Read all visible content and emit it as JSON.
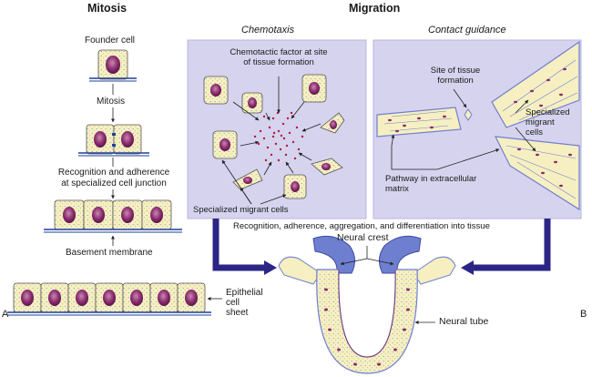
{
  "headers": {
    "mitosis": "Mitosis",
    "migration": "Migration"
  },
  "panels": {
    "chemotaxis": "Chemotaxis",
    "contact_guidance": "Contact guidance"
  },
  "labels": {
    "founder_cell": "Founder cell",
    "mitosis_step": "Mitosis",
    "recognition_line1": "Recognition and adherence",
    "recognition_line2": "at specialized cell junction",
    "basement_membrane": "Basement membrane",
    "epithelial_line1": "Epithelial",
    "epithelial_line2": "cell",
    "epithelial_line3": "sheet",
    "chemotactic_line1": "Chemotactic factor at site",
    "chemotactic_line2": "of tissue formation",
    "specialized_migrant_cells": "Specialized migrant cells",
    "site_line1": "Site of tissue",
    "site_line2": "formation",
    "spec_migrant_line1": "Specialized",
    "spec_migrant_line2": "migrant",
    "spec_migrant_line3": "cells",
    "pathway_line1": "Pathway in extracellular",
    "pathway_line2": "matrix",
    "recognition_tissue": "Recognition, adherence, aggregation, and differentiation into tissue",
    "neural_crest": "Neural crest",
    "neural_tube": "Neural tube",
    "panel_a": "A",
    "panel_b": "B"
  },
  "colors": {
    "panel_bg": "#d6d3ee",
    "cell_fill": "#f6efc1",
    "nucleus": "#8a2a6a",
    "arrow_blue": "#2c2585",
    "crest_blue": "#6f7fd0",
    "membrane": "#1f3f9a"
  }
}
